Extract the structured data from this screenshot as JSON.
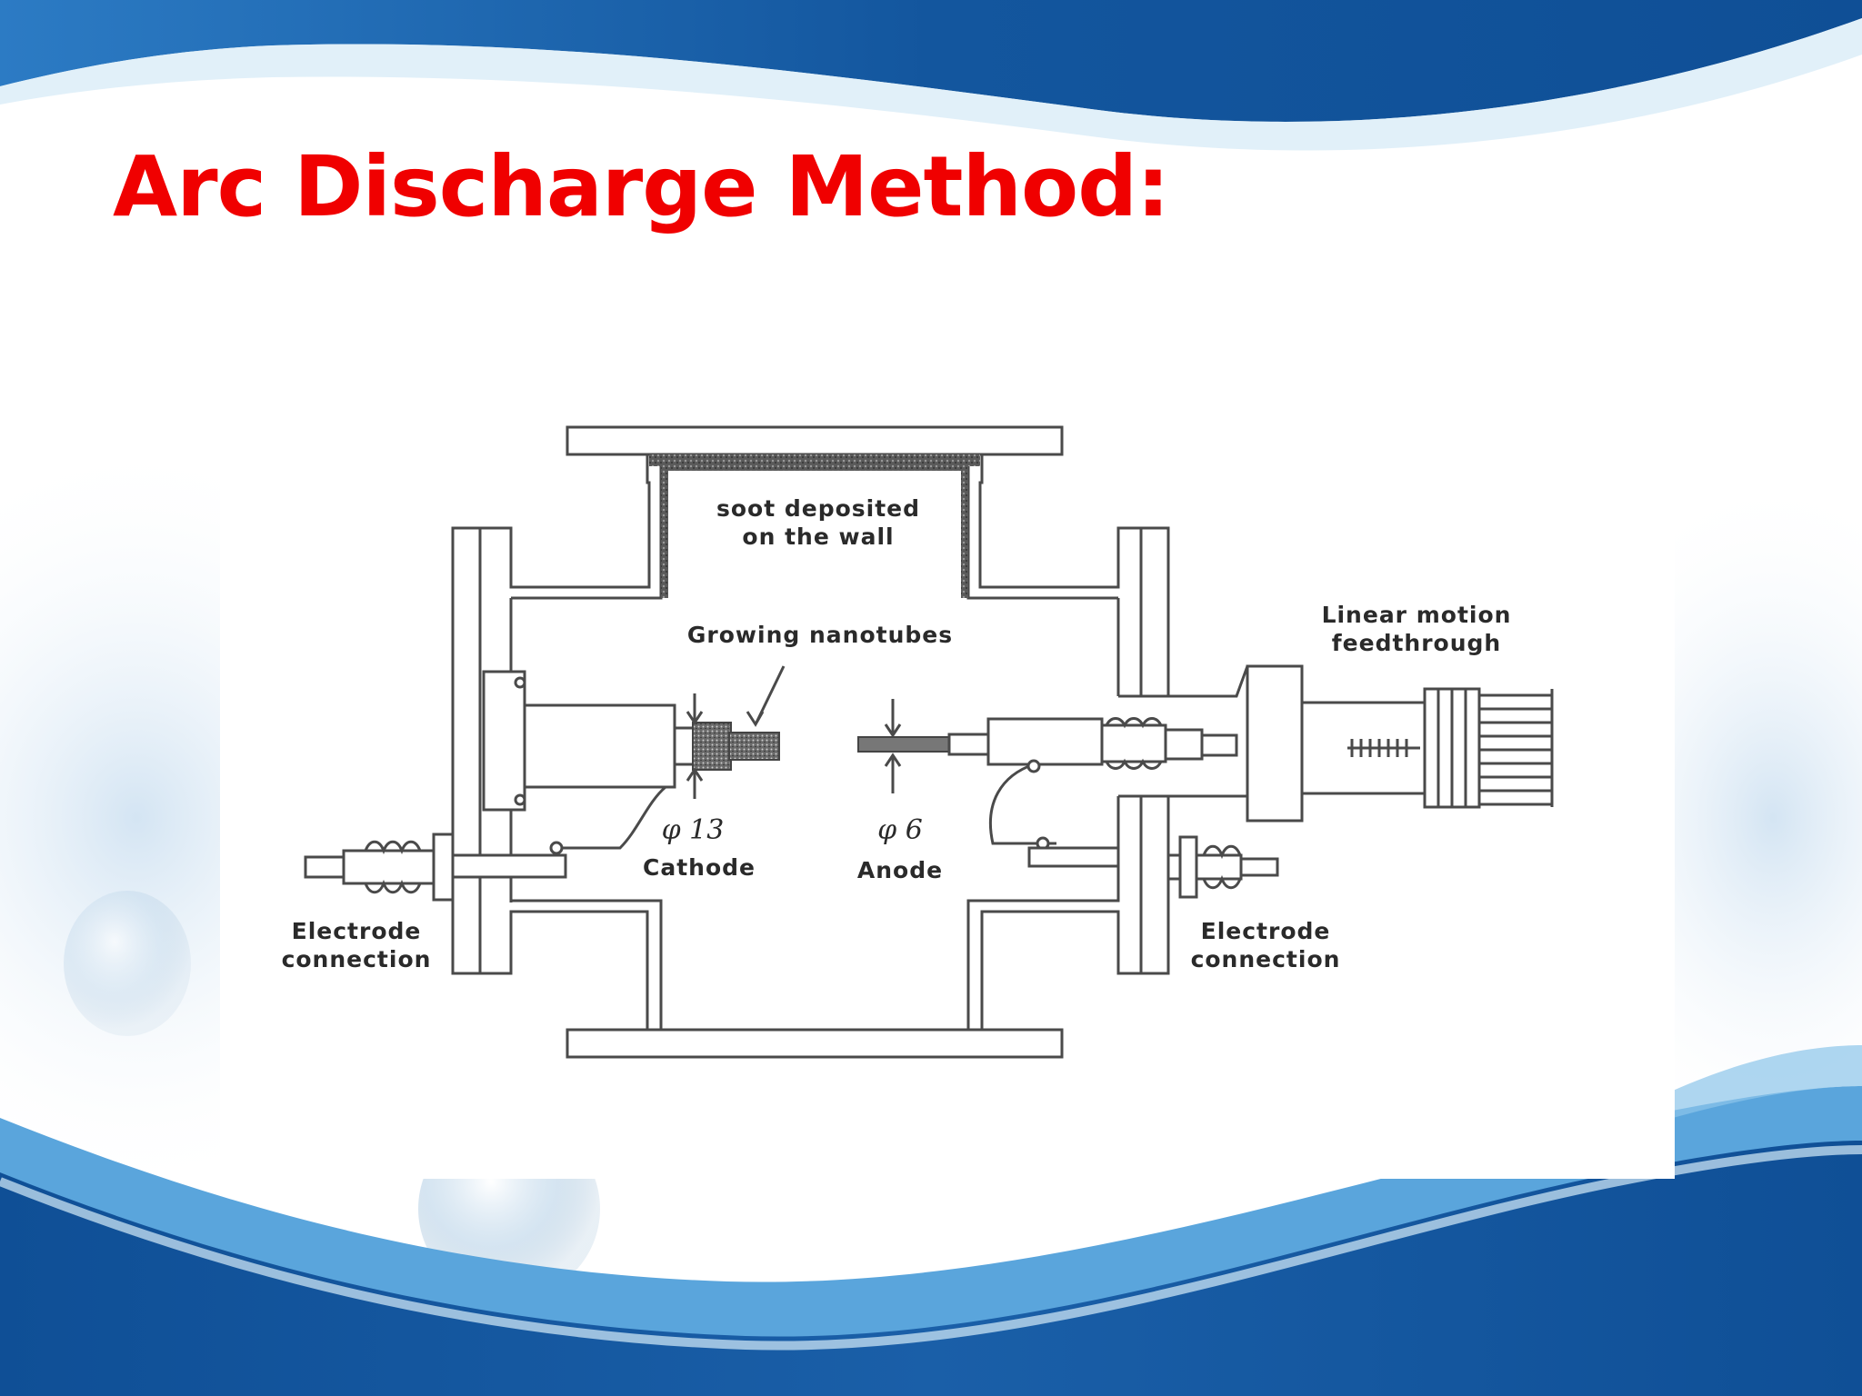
{
  "slide": {
    "title": "Arc Discharge Method:",
    "title_color": "#f00000",
    "theme_colors": {
      "dark_blue": "#0f4f96",
      "mid_blue": "#2a73bd",
      "light_blue": "#cfe6f7"
    }
  },
  "diagram": {
    "labels": {
      "soot_line1": "soot deposited",
      "soot_line2": "on the wall",
      "growing_nanotubes": "Growing nanotubes",
      "linear_motion_line1": "Linear motion",
      "linear_motion_line2": "feedthrough",
      "cathode_diameter": "φ 13",
      "cathode": "Cathode",
      "anode_diameter": "φ 6",
      "anode": "Anode",
      "electrode_left_line1": "Electrode",
      "electrode_left_line2": "connection",
      "electrode_right_line1": "Electrode",
      "electrode_right_line2": "connection"
    }
  }
}
